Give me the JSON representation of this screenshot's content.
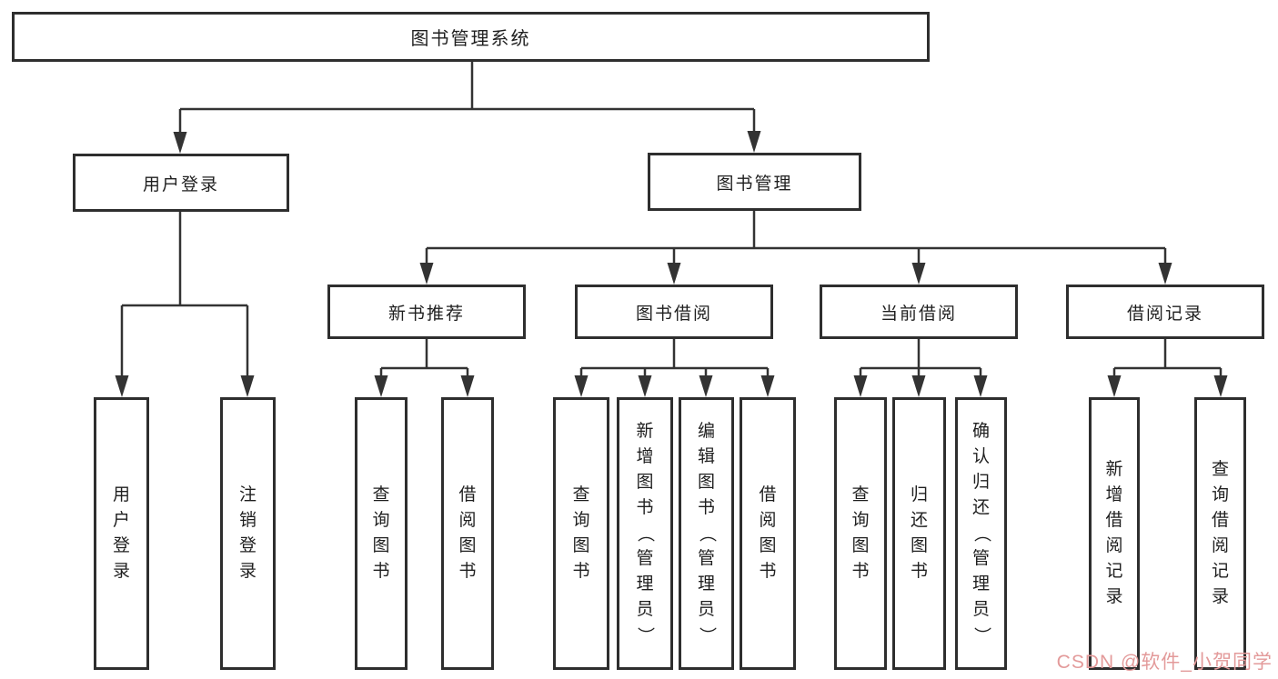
{
  "diagram_title": "图书管理系统",
  "tree": {
    "root": {
      "label": "图书管理系统"
    },
    "branches": [
      {
        "label": "用户登录",
        "children": [
          {
            "label": "用户登录"
          },
          {
            "label": "注销登录"
          }
        ]
      },
      {
        "label": "图书管理",
        "children": [
          {
            "label": "新书推荐",
            "children": [
              {
                "label": "查询图书"
              },
              {
                "label": "借阅图书"
              }
            ]
          },
          {
            "label": "图书借阅",
            "children": [
              {
                "label": "查询图书"
              },
              {
                "label": "新增图书（管理员）"
              },
              {
                "label": "编辑图书（管理员）"
              },
              {
                "label": "借阅图书"
              }
            ]
          },
          {
            "label": "当前借阅",
            "children": [
              {
                "label": "查询图书"
              },
              {
                "label": "归还图书"
              },
              {
                "label": "确认归还（管理员）"
              }
            ]
          },
          {
            "label": "借阅记录",
            "children": [
              {
                "label": "新增借阅记录"
              },
              {
                "label": "查询借阅记录"
              }
            ]
          }
        ]
      }
    ]
  },
  "watermark": {
    "text": "CSDN @软件_小贺同学",
    "color": "#e39a9a"
  },
  "colors": {
    "line": "#333333",
    "border": "#2e2e2e",
    "text": "#1f1f1f",
    "background": "#ffffff"
  }
}
